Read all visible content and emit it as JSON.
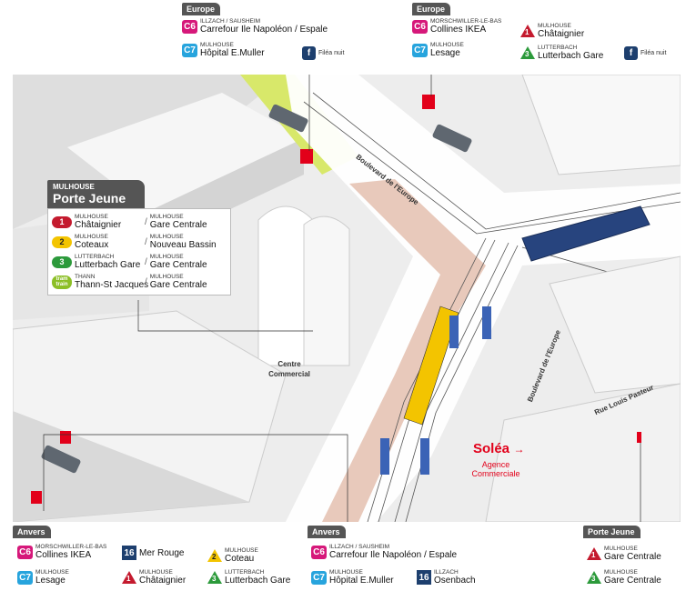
{
  "colors": {
    "c6": "#d6187a",
    "c7": "#27a4dd",
    "l1": "#c41a2e",
    "l2": "#f3c400",
    "l3": "#2c9a3b",
    "tt": "#8cbf26",
    "bus16": "#1d3f6e",
    "fnuit": "#1d3f6e",
    "soleaRed": "#e2001a"
  },
  "top_left": {
    "title": "Europe",
    "c6": {
      "badge": "C6",
      "from": "ILLZACH / SAUSHEIM",
      "to": "Carrefour Ile Napoléon / Espale"
    },
    "c7": {
      "badge": "C7",
      "from": "MULHOUSE",
      "to": "Hôpital E.Muller"
    },
    "f": {
      "badge": "f",
      "label": "Filéa nuit"
    }
  },
  "top_right": {
    "title": "Europe",
    "c6": {
      "badge": "C6",
      "from": "MORSCHWILLER-LE-BAS",
      "to": "Collines IKEA"
    },
    "c7": {
      "badge": "C7",
      "from": "MULHOUSE",
      "to": "Lesage"
    },
    "t1": {
      "badge": "1",
      "from": "MULHOUSE",
      "to": "Châtaignier"
    },
    "t3": {
      "badge": "3",
      "from": "LUTTERBACH",
      "to": "Lutterbach Gare"
    },
    "f": {
      "badge": "f",
      "label": "Filéa nuit"
    }
  },
  "station": {
    "city": "MULHOUSE",
    "name": "Porte Jeune",
    "rows": [
      {
        "badge": "1",
        "a_city": "MULHOUSE",
        "a": "Châtaignier",
        "b_city": "MULHOUSE",
        "b": "Gare Centrale"
      },
      {
        "badge": "2",
        "a_city": "MULHOUSE",
        "a": "Coteaux",
        "b_city": "MULHOUSE",
        "b": "Nouveau Bassin"
      },
      {
        "badge": "3",
        "a_city": "LUTTERBACH",
        "a": "Lutterbach Gare",
        "b_city": "MULHOUSE",
        "b": "Gare Centrale"
      },
      {
        "badge": "tram train",
        "a_city": "THANN",
        "a": "Thann-St Jacques",
        "b_city": "MULHOUSE",
        "b": "Gare Centrale"
      }
    ]
  },
  "map_labels": {
    "boulevard_top": "Boulevard de l'Europe",
    "boulevard_right": "Boulevard de l'Europe",
    "rue": "Rue Louis Pasteur",
    "centre": "Centre Commercial",
    "solea": "Soléa",
    "agence": "Agence Commerciale"
  },
  "bottom_left": {
    "title": "Anvers",
    "c6": {
      "badge": "C6",
      "from": "MORSCHWILLER-LE-BAS",
      "to": "Collines IKEA"
    },
    "c7": {
      "badge": "C7",
      "from": "MULHOUSE",
      "to": "Lesage"
    },
    "b16": {
      "badge": "16",
      "to": "Mer Rouge"
    },
    "t1": {
      "badge": "1",
      "from": "MULHOUSE",
      "to": "Châtaignier"
    },
    "t2": {
      "badge": "2",
      "from": "MULHOUSE",
      "to": "Coteau"
    },
    "t3": {
      "badge": "3",
      "from": "LUTTERBACH",
      "to": "Lutterbach Gare"
    }
  },
  "bottom_mid": {
    "title": "Anvers",
    "c6": {
      "badge": "C6",
      "from": "ILLZACH / SAUSHEIM",
      "to": "Carrefour Ile Napoléon / Espale"
    },
    "c7": {
      "badge": "C7",
      "from": "MULHOUSE",
      "to": "Hôpital E.Muller"
    },
    "b16": {
      "badge": "16",
      "from": "ILLZACH",
      "to": "Osenbach"
    }
  },
  "bottom_right": {
    "title": "Porte Jeune",
    "t1": {
      "badge": "1",
      "from": "MULHOUSE",
      "to": "Gare Centrale"
    },
    "t3": {
      "badge": "3",
      "from": "MULHOUSE",
      "to": "Gare Centrale"
    }
  }
}
